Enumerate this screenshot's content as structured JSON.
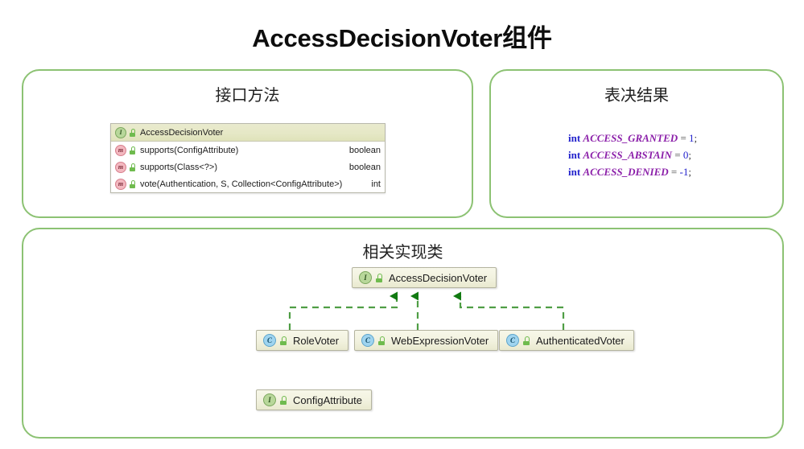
{
  "slide": {
    "title": "AccessDecisionVoter组件"
  },
  "panels": {
    "interface_methods": {
      "heading": "接口方法",
      "uml": {
        "type_name": "AccessDecisionVoter",
        "type_icon": "interface-badge-icon",
        "members": [
          {
            "icon": "method-badge-icon",
            "signature": "supports(ConfigAttribute)",
            "return_type": "boolean"
          },
          {
            "icon": "method-badge-icon",
            "signature": "supports(Class<?>)",
            "return_type": "boolean"
          },
          {
            "icon": "method-badge-icon",
            "signature": "vote(Authentication, S, Collection<ConfigAttribute>)",
            "return_type": "int"
          }
        ]
      }
    },
    "vote_results": {
      "heading": "表决结果",
      "constants": [
        {
          "keyword": "int",
          "name": "ACCESS_GRANTED",
          "operator": "=",
          "value": "1",
          "terminator": ";"
        },
        {
          "keyword": "int",
          "name": "ACCESS_ABSTAIN",
          "operator": "=",
          "value": "0",
          "terminator": ";"
        },
        {
          "keyword": "int",
          "name": "ACCESS_DENIED",
          "operator": "=",
          "value": "-1",
          "terminator": ";"
        }
      ]
    },
    "implementations": {
      "heading": "相关实现类",
      "nodes": {
        "root": {
          "label": "AccessDecisionVoter",
          "kind": "interface",
          "badge_text": "I"
        },
        "impl_1": {
          "label": "RoleVoter",
          "kind": "class",
          "badge_text": "C"
        },
        "impl_2": {
          "label": "WebExpressionVoter",
          "kind": "class",
          "badge_text": "C"
        },
        "impl_3": {
          "label": "AuthenticatedVoter",
          "kind": "class",
          "badge_text": "C"
        },
        "config_attribute": {
          "label": "ConfigAttribute",
          "kind": "interface",
          "badge_text": "I"
        }
      }
    }
  },
  "colors": {
    "panel_border": "#8cc273",
    "connector": "#4f9e45",
    "arrowhead": "#117a11",
    "keyword": "#2222cc",
    "constant": "#8b1fa9",
    "number": "#2222cc",
    "interface_badge": "#b8d79a",
    "class_badge": "#9fd4ef",
    "method_badge": "#f3b8c0",
    "lock": "#6fbb4e"
  }
}
